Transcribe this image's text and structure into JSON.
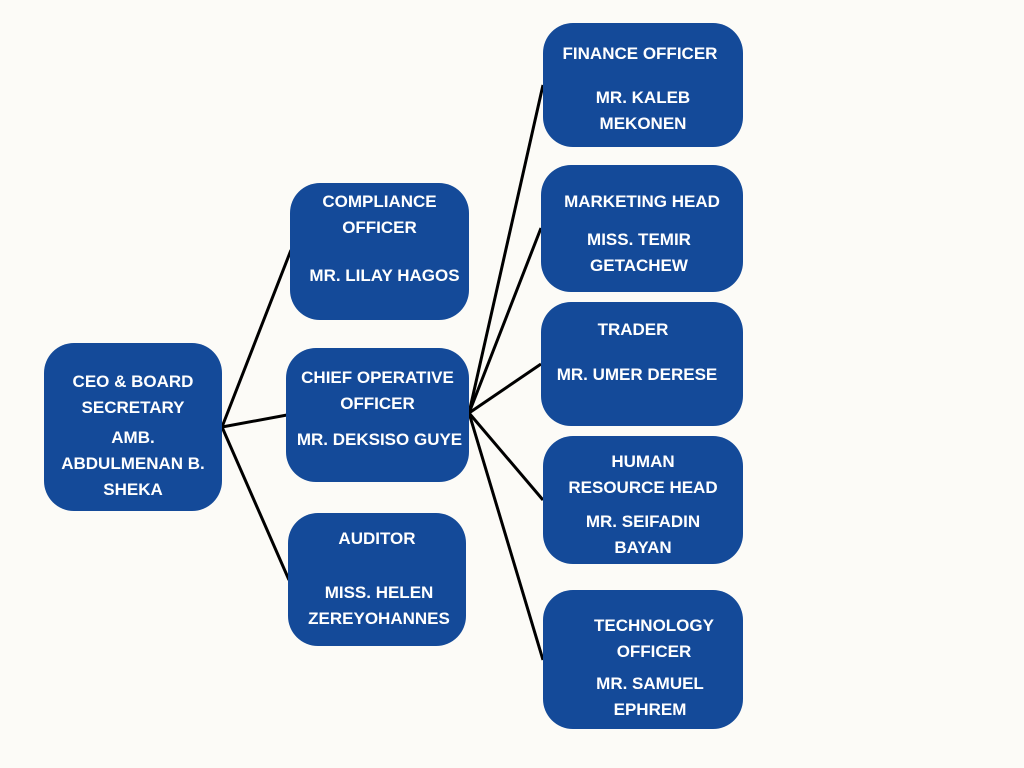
{
  "nodes": {
    "ceo": {
      "title": "CEO & BOARD\nSECRETARY",
      "person": "AMB.\nABDULMENAN B.\nSHEKA"
    },
    "compliance": {
      "title": "COMPLIANCE\nOFFICER",
      "person": "MR. LILAY HAGOS"
    },
    "coo": {
      "title": "CHIEF OPERATIVE\nOFFICER",
      "person": "MR. DEKSISO GUYE"
    },
    "auditor": {
      "title": "AUDITOR",
      "person": "MISS. HELEN\nZEREYOHANNES"
    },
    "finance": {
      "title": "FINANCE OFFICER",
      "person": "MR. KALEB\nMEKONEN"
    },
    "marketing": {
      "title": "MARKETING HEAD",
      "person": "MISS. TEMIR\nGETACHEW"
    },
    "trader": {
      "title": "TRADER",
      "person": "MR. UMER DERESE"
    },
    "hr": {
      "title": "HUMAN\nRESOURCE HEAD",
      "person": "MR. SEIFADIN\nBAYAN"
    },
    "technology": {
      "title": "TECHNOLOGY\nOFFICER",
      "person": "MR. SAMUEL\nEPHREM"
    }
  },
  "edges": [
    [
      "ceo",
      "compliance"
    ],
    [
      "ceo",
      "coo"
    ],
    [
      "ceo",
      "auditor"
    ],
    [
      "coo",
      "finance"
    ],
    [
      "coo",
      "marketing"
    ],
    [
      "coo",
      "trader"
    ],
    [
      "coo",
      "hr"
    ],
    [
      "coo",
      "technology"
    ]
  ],
  "colors": {
    "background": "#fcfbf7",
    "node_fill": "#144a99",
    "node_text": "#ffffff",
    "connector": "#000000"
  }
}
